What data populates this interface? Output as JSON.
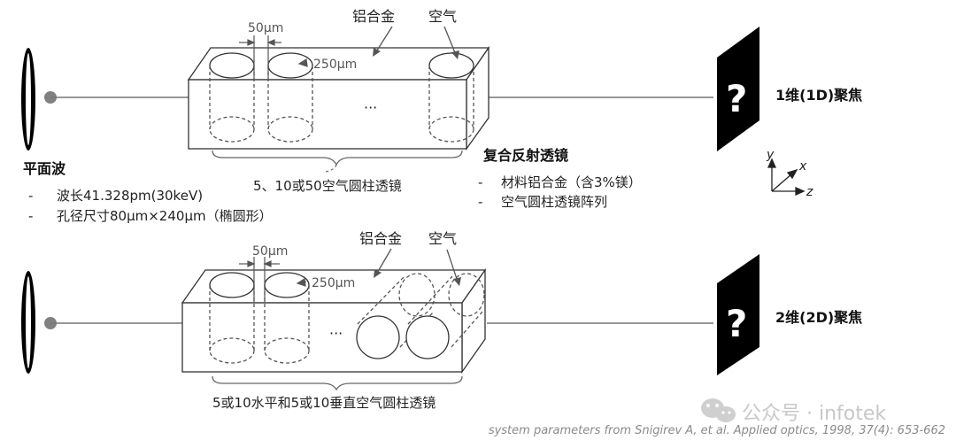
{
  "top": {
    "gap_label": "50μm",
    "diameter_label": "250μm",
    "material_label": "铝合金",
    "air_label": "空气",
    "ellipsis": "···",
    "lens_count_label": "5、10或50空气圆柱透镜",
    "focus_label": "1维(1D)聚焦"
  },
  "plane_wave": {
    "title": "平面波",
    "items": [
      "-",
      "波长41.328pm(30keV)",
      "-",
      "孔径尺寸80μm×240μm（椭圆形）"
    ]
  },
  "crl": {
    "title": "复合反射透镜",
    "items": [
      "-",
      "材料铝合金（含3%镁）",
      "-",
      "空气圆柱透镜阵列"
    ]
  },
  "axes": {
    "y": "y",
    "x": "x",
    "z": "z"
  },
  "bottom": {
    "gap_label": "50μm",
    "diameter_label": "250μm",
    "material_label": "铝合金",
    "air_label": "空气",
    "ellipsis": "···",
    "lens_count_label": "5或10水平和5或10垂直空气圆柱透镜",
    "focus_label": "2维(2D)聚焦"
  },
  "screen_symbol": "?",
  "watermark": "公众号 · infotek",
  "citation": "system parameters from Snigirev A, et al. Applied optics, 1998, 37(4): 653-662"
}
